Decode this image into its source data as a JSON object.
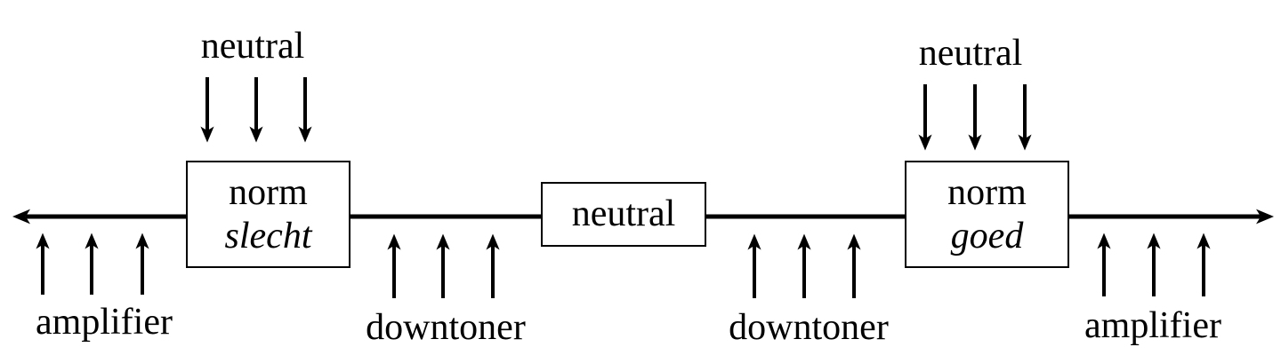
{
  "diagram": {
    "description": "Bidirectional evaluation scale with norm boxes and modifier arrows",
    "top_labels": {
      "neutral_left": "neutral",
      "neutral_right": "neutral"
    },
    "boxes": {
      "norm_negative": {
        "line1": "norm",
        "line2": "slecht"
      },
      "center": {
        "label": "neutral"
      },
      "norm_positive": {
        "line1": "norm",
        "line2": "goed"
      }
    },
    "bottom_labels": {
      "amplifier_left": "amplifier",
      "downtoner_left": "downtoner",
      "downtoner_right": "downtoner",
      "amplifier_right": "amplifier"
    },
    "colors": {
      "ink": "#000000",
      "background": "#ffffff"
    }
  }
}
